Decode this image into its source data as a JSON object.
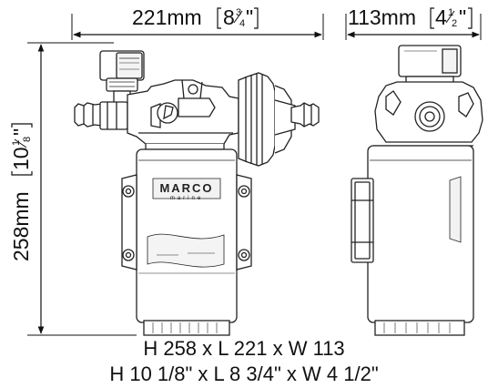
{
  "dimensions": {
    "width_front": {
      "mm": "221mm",
      "whole": "8",
      "num": "3",
      "den": "4"
    },
    "width_side": {
      "mm": "113mm",
      "whole": "4",
      "num": "1",
      "den": "2"
    },
    "height": {
      "mm": "258mm",
      "whole": "10",
      "num": "1",
      "den": "8"
    }
  },
  "caption": {
    "line1": "H 258 x L 221 x W 113",
    "line2": "H 10 1/8\" x L 8 3/4\" x W 4 1/2\""
  },
  "brand": {
    "name": "MARCO",
    "sub": "marine"
  }
}
